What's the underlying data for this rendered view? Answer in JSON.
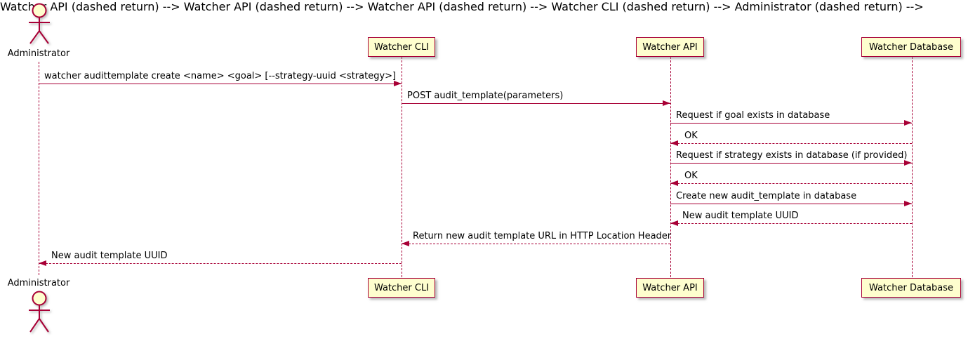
{
  "diagram": {
    "type": "sequence",
    "colors": {
      "accent": "#A80036",
      "participant_fill": "#FEFECE",
      "text": "#000000"
    },
    "actors": [
      {
        "name": "Administrator",
        "kind": "actor"
      },
      {
        "name": "Watcher CLI",
        "kind": "participant"
      },
      {
        "name": "Watcher API",
        "kind": "participant"
      },
      {
        "name": "Watcher Database",
        "kind": "participant"
      }
    ],
    "messages": [
      {
        "from": "Administrator",
        "to": "Watcher CLI",
        "type": "solid-arrow",
        "label": "watcher audittemplate create <name> <goal> [--strategy-uuid <strategy>]"
      },
      {
        "from": "Watcher CLI",
        "to": "Watcher API",
        "type": "solid-arrow",
        "label": "POST audit_template(parameters)"
      },
      {
        "from": "Watcher API",
        "to": "Watcher Database",
        "type": "solid-arrow",
        "label": "Request if goal exists in database"
      },
      {
        "from": "Watcher Database",
        "to": "Watcher API",
        "type": "dashed-return",
        "label": "OK"
      },
      {
        "from": "Watcher API",
        "to": "Watcher Database",
        "type": "solid-arrow",
        "label": "Request if strategy exists in database (if provided)"
      },
      {
        "from": "Watcher Database",
        "to": "Watcher API",
        "type": "dashed-return",
        "label": "OK"
      },
      {
        "from": "Watcher API",
        "to": "Watcher Database",
        "type": "solid-arrow",
        "label": "Create new audit_template in database"
      },
      {
        "from": "Watcher Database",
        "to": "Watcher API",
        "type": "dashed-return",
        "label": "New audit template UUID"
      },
      {
        "from": "Watcher API",
        "to": "Watcher CLI",
        "type": "dashed-return",
        "label": "Return new audit template URL in HTTP Location Header"
      },
      {
        "from": "Watcher CLI",
        "to": "Administrator",
        "type": "dashed-return",
        "label": "New audit template UUID"
      }
    ]
  }
}
